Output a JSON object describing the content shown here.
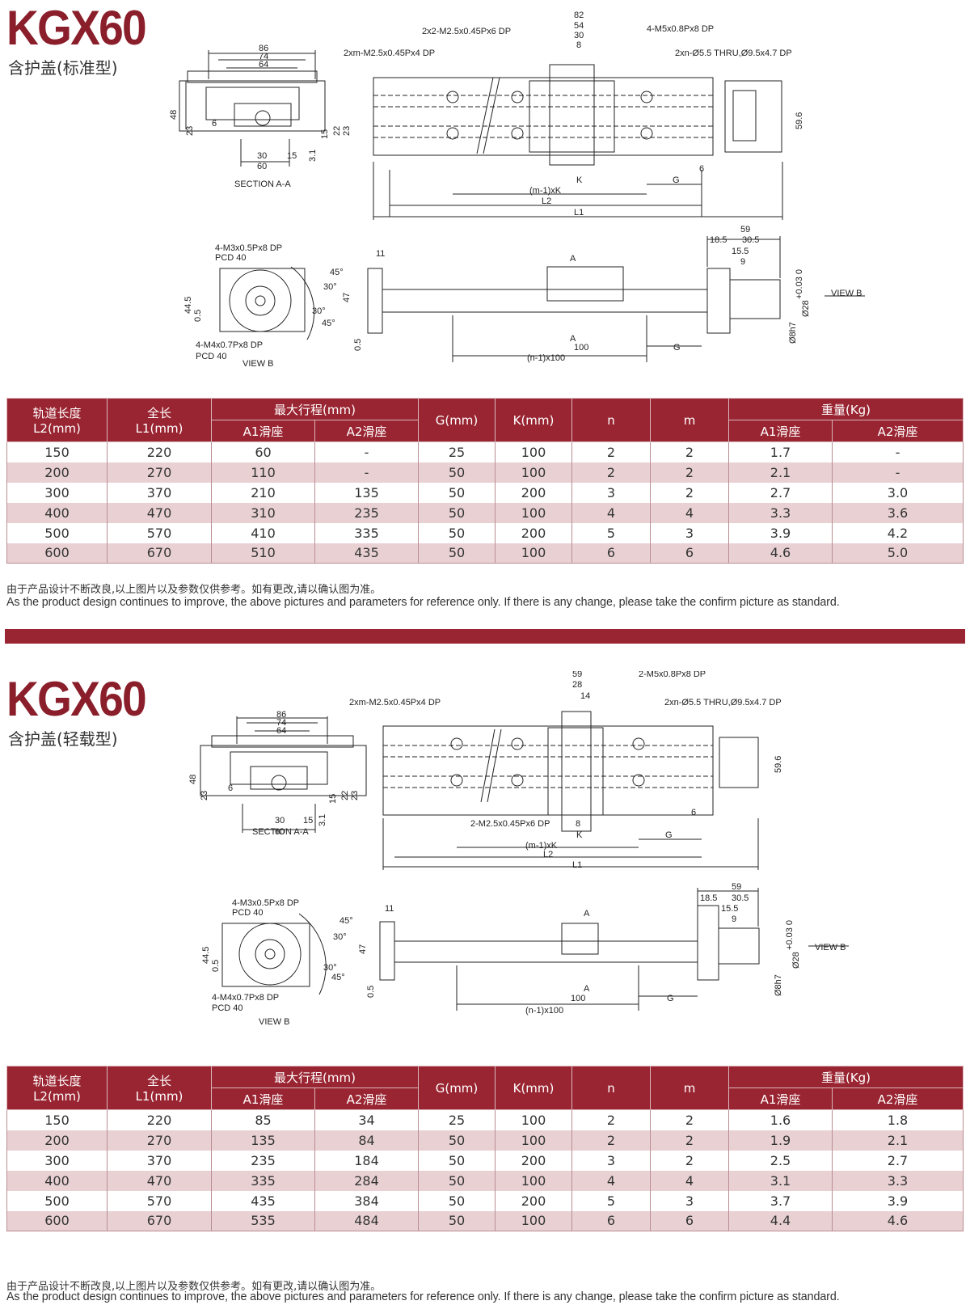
{
  "colors": {
    "brand": "#8a1f2b",
    "table_header": "#9a2532",
    "row_alt": "#e9d1d3"
  },
  "sections": [
    {
      "model": "KGX60",
      "subtitle": "含护盖(标准型)",
      "labels": {
        "section": "SECTION A-A",
        "view_b": "VIEW B",
        "view_b_arrow": "VIEW B",
        "d86": "86",
        "d74": "74",
        "d64": "64",
        "d48": "48",
        "d23a": "23",
        "d6": "6",
        "d22": "22",
        "d23b": "23",
        "d15a": "15",
        "d31": "3.1",
        "d30": "30",
        "d15b": "15",
        "d60": "60",
        "top_82": "82",
        "top_54": "54",
        "top_30": "30",
        "top_8": "8",
        "hole_a": "2x2-M2.5x0.45Px6 DP",
        "hole_b": "4-M5x0.8Px8 DP",
        "hole_c": "2xm-M2.5x0.45Px4 DP",
        "hole_d": "2xn-Ø5.5 THRU,Ø9.5x4.7 DP",
        "d596": "59.6",
        "d6b": "6",
        "k": "K",
        "g": "G",
        "m1k": "(m-1)xK",
        "l2": "L2",
        "l1": "L1",
        "vb_h1": "4-M3x0.5Px8 DP",
        "vb_h1b": "PCD 40",
        "vb_h2": "4-M4x0.7Px8 DP",
        "vb_h2b": "PCD 40",
        "a45a": "45°",
        "a30a": "30°",
        "a30b": "30°",
        "a45b": "45°",
        "d445": "44.5",
        "d05": "0.5",
        "d11": "11",
        "d47": "47",
        "d05b": "0.5",
        "a1": "A",
        "a2": "A",
        "d100": "100",
        "n1": "(n-1)x100",
        "g2": "G",
        "d59": "59",
        "d185": "18.5",
        "d305": "30.5",
        "d155": "15.5",
        "d9": "9",
        "d28": "Ø28",
        "tol": "+0.03 0",
        "d8h7": "Ø8h7"
      },
      "table": {
        "h_rail": "轨道长度",
        "h_rail_u": "L2(mm)",
        "h_len": "全长",
        "h_len_u": "L1(mm)",
        "h_stroke": "最大行程(mm)",
        "h_a1": "A1滑座",
        "h_a2": "A2滑座",
        "h_g": "G(mm)",
        "h_k": "K(mm)",
        "h_n": "n",
        "h_m": "m",
        "h_weight": "重量(Kg)",
        "h_wa1": "A1滑座",
        "h_wa2": "A2滑座",
        "rows": [
          [
            "150",
            "220",
            "60",
            "-",
            "25",
            "100",
            "2",
            "2",
            "1.7",
            "-"
          ],
          [
            "200",
            "270",
            "110",
            "-",
            "50",
            "100",
            "2",
            "2",
            "2.1",
            "-"
          ],
          [
            "300",
            "370",
            "210",
            "135",
            "50",
            "200",
            "3",
            "2",
            "2.7",
            "3.0"
          ],
          [
            "400",
            "470",
            "310",
            "235",
            "50",
            "100",
            "4",
            "4",
            "3.3",
            "3.6"
          ],
          [
            "500",
            "570",
            "410",
            "335",
            "50",
            "200",
            "5",
            "3",
            "3.9",
            "4.2"
          ],
          [
            "600",
            "670",
            "510",
            "435",
            "50",
            "100",
            "6",
            "6",
            "4.6",
            "5.0"
          ]
        ]
      },
      "note_cn": "由于产品设计不断改良,以上图片以及参数仅供参考。如有更改,请以确认图为准。",
      "note_en": "As the product design continues to improve, the above pictures and parameters for reference only.  If there is any change, please take the confirm picture as standard."
    },
    {
      "model": "KGX60",
      "subtitle": "含护盖(轻载型)",
      "labels": {
        "section": "SECTION A-A",
        "view_b": "VIEW B",
        "view_b_arrow": "VIEW B",
        "d86": "86",
        "d74": "74",
        "d64": "64",
        "d48": "48",
        "d23a": "23",
        "d6": "6",
        "d22": "22",
        "d23b": "23",
        "d15a": "15",
        "d31": "3.1",
        "d30": "30",
        "d15b": "15",
        "d60": "60",
        "top_59": "59",
        "top_28": "28",
        "top_14": "14",
        "d8": "8",
        "hole_a": "2-M2.5x0.45Px6 DP",
        "hole_b": "2-M5x0.8Px8 DP",
        "hole_c": "2xm-M2.5x0.45Px4 DP",
        "hole_d": "2xn-Ø5.5 THRU,Ø9.5x4.7 DP",
        "d596": "59.6",
        "d6b": "6",
        "k": "K",
        "g": "G",
        "m1k": "(m-1)xK",
        "l2": "L2",
        "l1": "L1",
        "vb_h1": "4-M3x0.5Px8 DP",
        "vb_h1b": "PCD 40",
        "vb_h2": "4-M4x0.7Px8 DP",
        "vb_h2b": "PCD 40",
        "a45a": "45°",
        "a30a": "30°",
        "a30b": "30°",
        "a45b": "45°",
        "d445": "44.5",
        "d05": "0.5",
        "d11": "11",
        "d47": "47",
        "d05b": "0.5",
        "a1": "A",
        "a2": "A",
        "d100": "100",
        "n1": "(n-1)x100",
        "g2": "G",
        "d59": "59",
        "d185": "18.5",
        "d305": "30.5",
        "d155": "15.5",
        "d9": "9",
        "d28": "Ø28",
        "tol": "+0.03 0",
        "d8h7": "Ø8h7"
      },
      "table": {
        "h_rail": "轨道长度",
        "h_rail_u": "L2(mm)",
        "h_len": "全长",
        "h_len_u": "L1(mm)",
        "h_stroke": "最大行程(mm)",
        "h_a1": "A1滑座",
        "h_a2": "A2滑座",
        "h_g": "G(mm)",
        "h_k": "K(mm)",
        "h_n": "n",
        "h_m": "m",
        "h_weight": "重量(Kg)",
        "h_wa1": "A1滑座",
        "h_wa2": "A2滑座",
        "rows": [
          [
            "150",
            "220",
            "85",
            "34",
            "25",
            "100",
            "2",
            "2",
            "1.6",
            "1.8"
          ],
          [
            "200",
            "270",
            "135",
            "84",
            "50",
            "100",
            "2",
            "2",
            "1.9",
            "2.1"
          ],
          [
            "300",
            "370",
            "235",
            "184",
            "50",
            "200",
            "3",
            "2",
            "2.5",
            "2.7"
          ],
          [
            "400",
            "470",
            "335",
            "284",
            "50",
            "100",
            "4",
            "4",
            "3.1",
            "3.3"
          ],
          [
            "500",
            "570",
            "435",
            "384",
            "50",
            "200",
            "5",
            "3",
            "3.7",
            "3.9"
          ],
          [
            "600",
            "670",
            "535",
            "484",
            "50",
            "100",
            "6",
            "6",
            "4.4",
            "4.6"
          ]
        ]
      },
      "note_cn": "由于产品设计不断改良,以上图片以及参数仅供参考。如有更改,请以确认图为准。",
      "note_en": "As the product design continues to improve, the above pictures and parameters for reference only.  If there is any change, please take the confirm picture as standard."
    }
  ]
}
